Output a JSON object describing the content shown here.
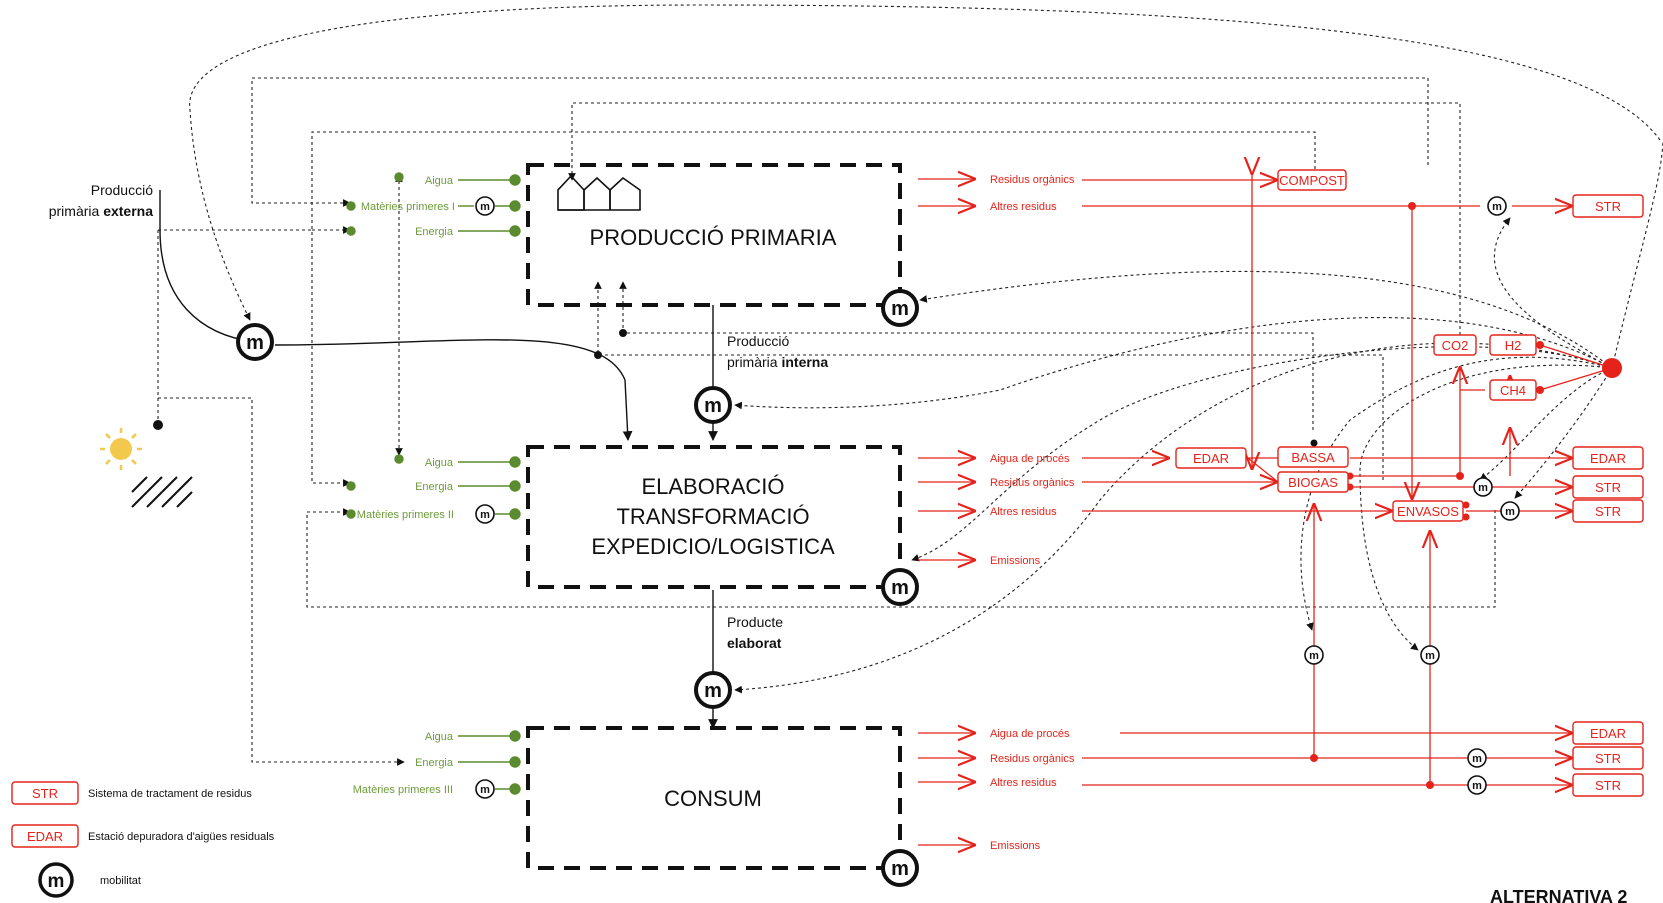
{
  "colors": {
    "black": "#111111",
    "red": "#e5231b",
    "green": "#5b8a2f",
    "green_text": "#6e9b3c",
    "sun": "#f2c94c"
  },
  "left": {
    "prod_ext_1": "Producció",
    "prod_ext_2a": "primària ",
    "prod_ext_2b": "externa"
  },
  "boxes": {
    "prod_primaria": "PRODUCCIÓ PRIMARIA",
    "elab_1": "ELABORACIÓ",
    "elab_2": "TRANSFORMACIÓ",
    "elab_3": "EXPEDICIO/LOGISTICA",
    "consum": "CONSUM"
  },
  "inputs": {
    "aigua": "Aigua",
    "materies_1": "Matèries primeres I",
    "materies_2": "Matèries primeres II",
    "materies_3": "Matèries primeres III",
    "energia": "Energia"
  },
  "flows": {
    "prod_int_1": "Producció",
    "prod_int_2a": "primària ",
    "prod_int_2b": "interna",
    "producte_1": "Producte",
    "producte_2": "elaborat"
  },
  "outputs": {
    "residus_organics": "Residus orgànics",
    "altres_residus": "Altres residus",
    "aigua_proces": "Aigua de procés",
    "emissions": "Emissions"
  },
  "nodes": {
    "compost": "COMPOST",
    "str": "STR",
    "edar": "EDAR",
    "bassa": "BASSA",
    "biogas": "BIOGAS",
    "envasos": "ENVASOS",
    "co2": "CO2",
    "h2": "H2",
    "ch4": "CH4"
  },
  "mobility_symbol": "m",
  "legend": {
    "str_label": "STR",
    "str_desc": "Sistema de tractament de residus",
    "edar_label": "EDAR",
    "edar_desc": "Estació depuradora d'aigües residuals",
    "mob_desc": "mobilitat"
  },
  "footer": "ALTERNATIVA 2"
}
